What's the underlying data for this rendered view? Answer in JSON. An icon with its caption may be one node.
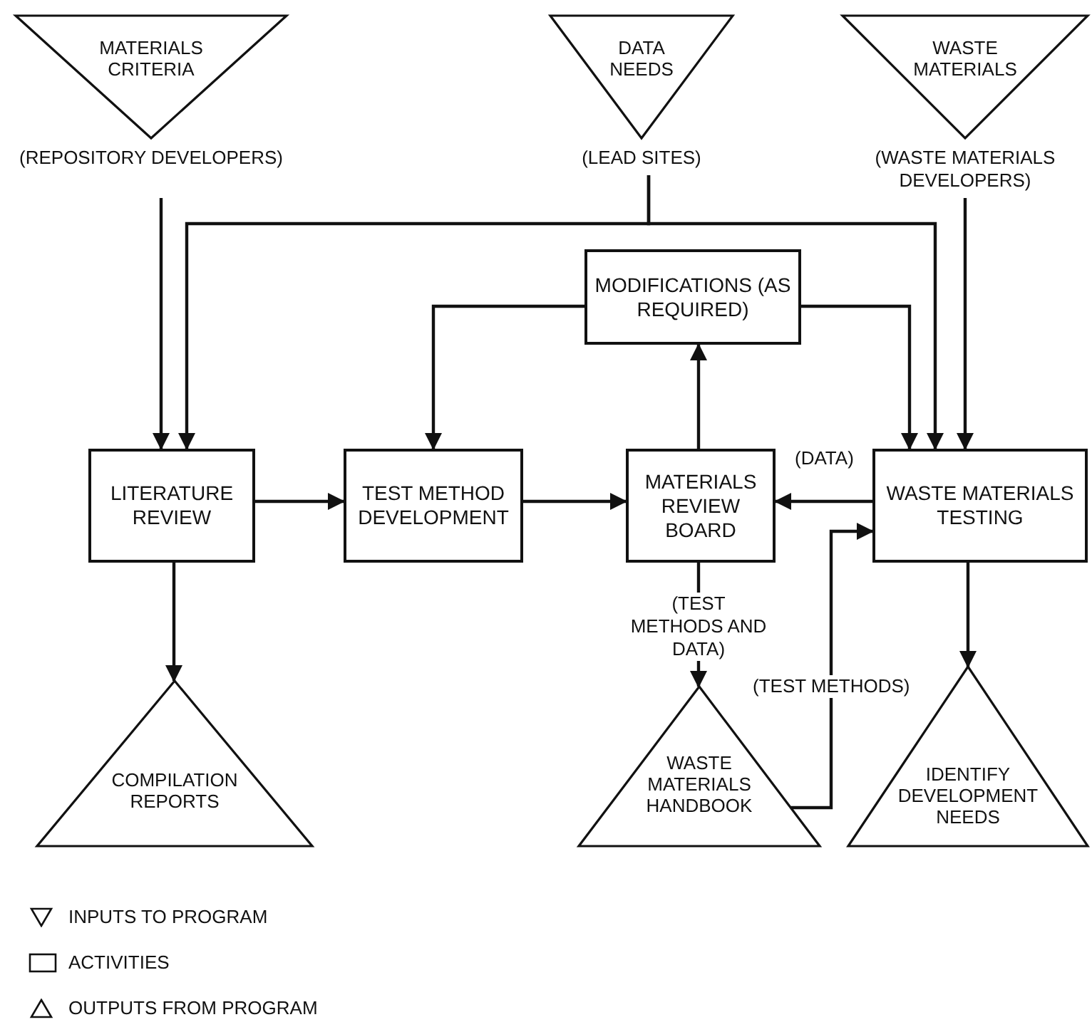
{
  "diagram": {
    "nodes": [
      {
        "text": [
          "MATERIALS CRITERIA"
        ],
        "beside": [
          "(REPOSITORY DEVELOPERS)"
        ]
      },
      {
        "text": [
          "DATA NEEDS"
        ],
        "beside": [
          "(LEAD SITES)"
        ]
      },
      {
        "text": [
          "WASTE MATERIALS"
        ],
        "beside": [
          "(WASTE MATERIALS DEVELOPERS)"
        ]
      },
      {
        "text": [
          "MODIFICATIONS (AS REQUIRED)"
        ]
      },
      {
        "text": [
          "LITERATURE REVIEW"
        ]
      },
      {
        "text": [
          "TEST METHOD DEVELOPMENT"
        ]
      },
      {
        "text": [
          "MATERIALS REVIEW BOARD"
        ]
      },
      {
        "text": [
          "WASTE MATERIALS TESTING"
        ]
      },
      {
        "text": [
          "COMPILATION REPORTS"
        ]
      },
      {
        "text": [
          "WASTE MATERIALS HANDBOOK"
        ]
      },
      {
        "text": [
          "IDENTIFY DEVELOPMENT NEEDS"
        ]
      }
    ],
    "edges": [
      {
        "from": 0,
        "to": 4,
        "arrow": "to"
      },
      {
        "from": 1,
        "to": 4,
        "arrow": "to"
      },
      {
        "from": 1,
        "to": 7,
        "arrow": "to"
      },
      {
        "from": 2,
        "to": 7,
        "arrow": "to"
      },
      {
        "from": 3,
        "to": 5,
        "arrow": "to"
      },
      {
        "from": 3,
        "to": 7,
        "arrow": "to"
      },
      {
        "from": 4,
        "to": 5,
        "arrow": "to"
      },
      {
        "from": 5,
        "to": 6,
        "arrow": "to"
      },
      {
        "from": 7,
        "to": 6,
        "arrow": "to",
        "label": "(DATA)"
      },
      {
        "from": 6,
        "to": 3,
        "arrow": "to"
      },
      {
        "from": 6,
        "to": 9,
        "arrow": "to",
        "label": "(TEST METHODS AND DATA)"
      },
      {
        "from": 9,
        "to": 7,
        "arrow": "to",
        "label": "(TEST METHODS)"
      },
      {
        "from": 4,
        "to": 8,
        "arrow": "to"
      },
      {
        "from": 7,
        "to": 10,
        "arrow": "to"
      }
    ],
    "legend": [
      {
        "text": "INPUTS TO PROGRAM"
      },
      {
        "text": "ACTIVITIES"
      },
      {
        "text": "OUTPUTS FROM PROGRAM"
      }
    ]
  }
}
